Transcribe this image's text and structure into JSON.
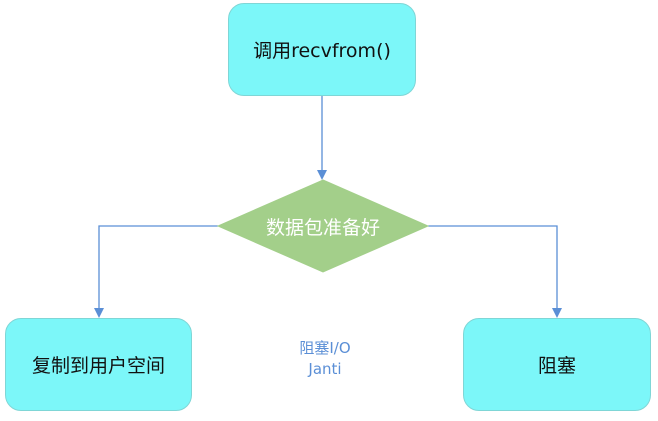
{
  "diagram": {
    "nodes": {
      "start": {
        "label": "调用recvfrom()"
      },
      "decision": {
        "label": "数据包准备好"
      },
      "yes_branch": {
        "label": "复制到用户空间"
      },
      "no_branch": {
        "label": "阻塞"
      }
    },
    "caption": {
      "line1": "阻塞I/O",
      "line2": "Janti"
    },
    "colors": {
      "box_fill": "#7cf7f9",
      "box_border": "#7fd6d6",
      "diamond_fill": "#a3cf8a",
      "arrow": "#5b8fd6",
      "caption": "#5b8fd6"
    }
  }
}
